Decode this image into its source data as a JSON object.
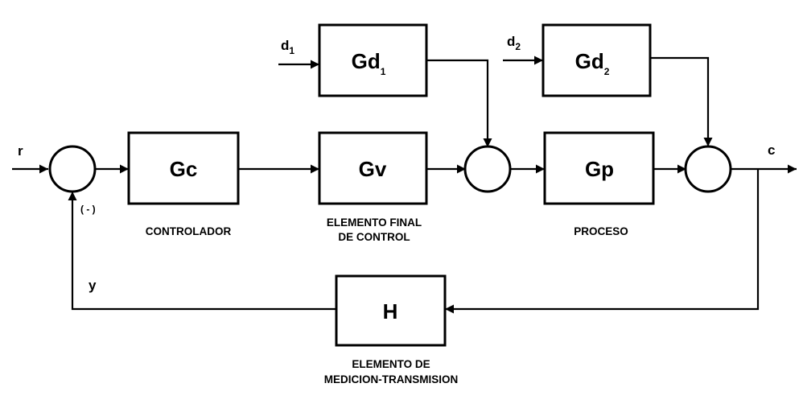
{
  "blocks": {
    "gc": "Gc",
    "gv": "Gv",
    "gp": "Gp",
    "h": "H",
    "gd1": {
      "base": "Gd",
      "sub": "1"
    },
    "gd2": {
      "base": "Gd",
      "sub": "2"
    }
  },
  "signals": {
    "r": "r",
    "c": "c",
    "y": "y",
    "d1": {
      "base": "d",
      "sub": "1"
    },
    "d2": {
      "base": "d",
      "sub": "2"
    },
    "minus": "( - )"
  },
  "captions": {
    "controller": "CONTROLADOR",
    "final_element": [
      "ELEMENTO FINAL",
      "DE CONTROL"
    ],
    "process": "PROCESO",
    "measurement": [
      "ELEMENTO DE",
      "MEDICION-TRANSMISION"
    ]
  }
}
